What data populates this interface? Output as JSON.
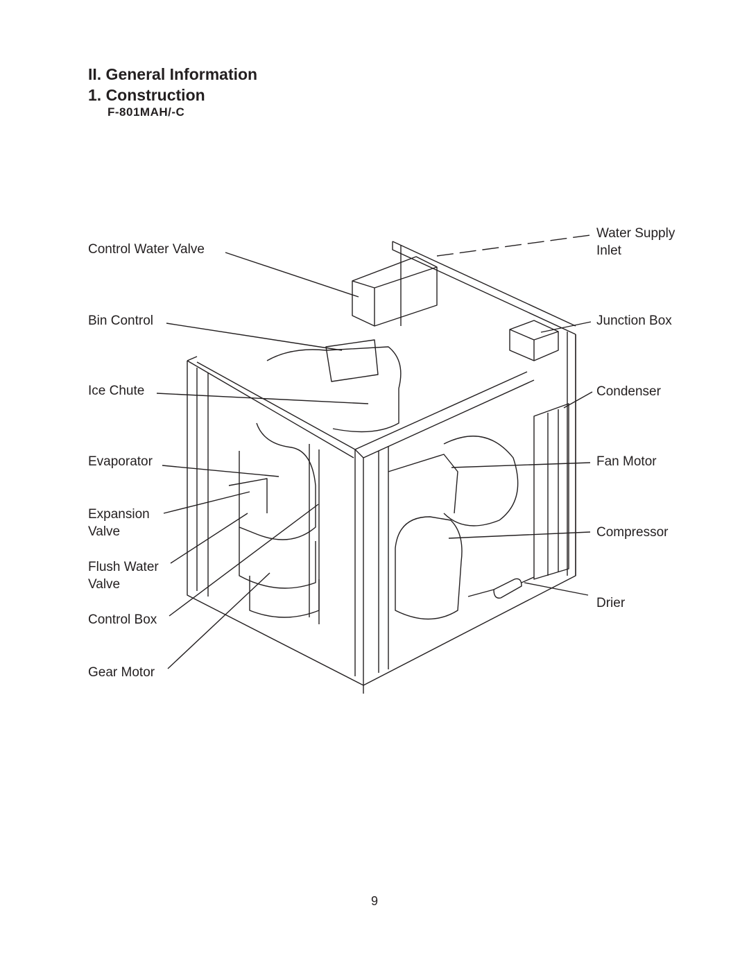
{
  "heading": {
    "section": "II. General Information",
    "subsection": "1.  Construction",
    "model": "F-801MAH/-C"
  },
  "labels": {
    "control_water_valve": "Control Water Valve",
    "bin_control": "Bin Control",
    "ice_chute": "Ice Chute",
    "evaporator": "Evaporator",
    "expansion_valve": "Expansion\nValve",
    "flush_water_valve": "Flush Water\nValve",
    "control_box": "Control Box",
    "gear_motor": "Gear Motor",
    "water_supply_inlet": "Water Supply\nInlet",
    "junction_box": "Junction Box",
    "condenser": "Condenser",
    "fan_motor": "Fan Motor",
    "compressor": "Compressor",
    "drier": "Drier"
  },
  "page_number": "9"
}
